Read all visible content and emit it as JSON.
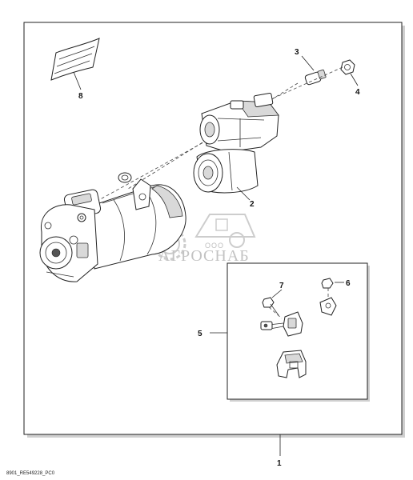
{
  "diagram": {
    "callouts": {
      "c1": "1",
      "c2": "2",
      "c3": "3",
      "c4": "4",
      "c5": "5",
      "c6": "6",
      "c7": "7",
      "c8": "8"
    },
    "footer_code": "8901_RE549228_PC0",
    "watermark": {
      "company_prefix": "ООО",
      "company_name": "АГРОСНАБ",
      "color": "#bdbdbd"
    }
  }
}
